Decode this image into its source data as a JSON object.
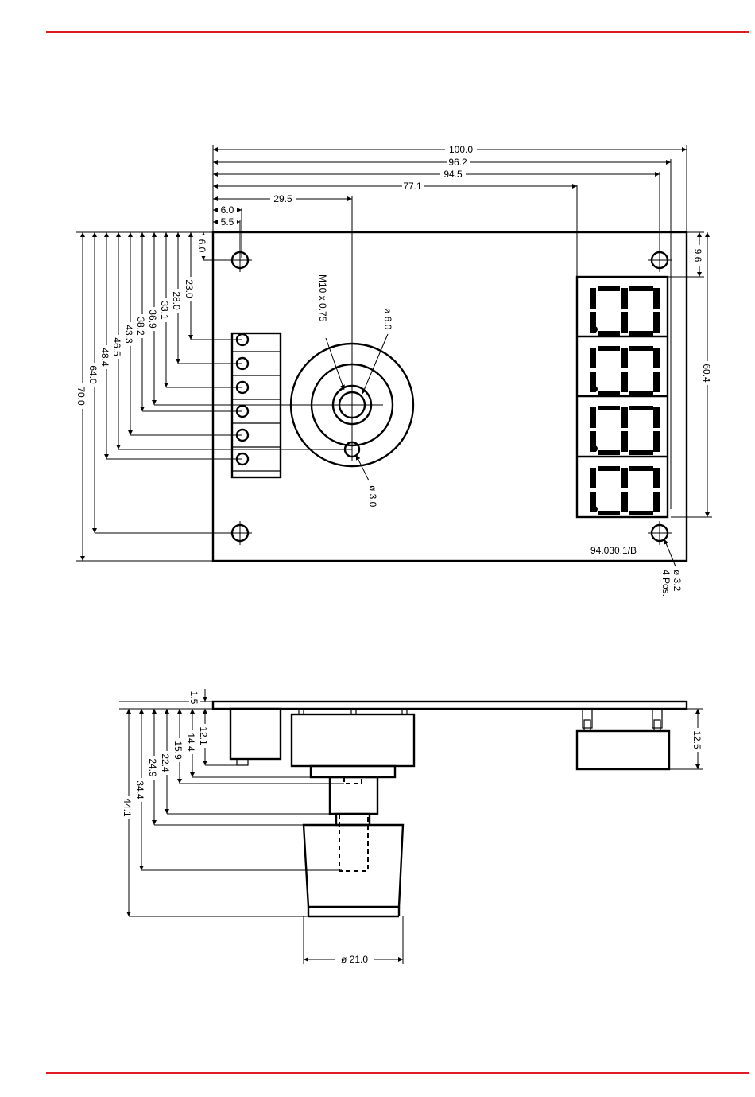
{
  "page": {
    "rule_color": "#e01b24"
  },
  "top_view": {
    "dims_horizontal": [
      "100.0",
      "96.2",
      "94.5",
      "77.1",
      "29.5",
      "6.0",
      "5.5"
    ],
    "dims_left": [
      "6.0",
      "23.0",
      "28.0",
      "33.1",
      "36.9",
      "38.2",
      "43.3",
      "46.5",
      "48.4",
      "64.0",
      "70.0"
    ],
    "dims_right": [
      "9.6",
      "60.4"
    ],
    "thread_label": "M10 x 0.75",
    "bore_label": "ø 6.0",
    "small_hole_label": "ø 3.0",
    "mount_hole_label": "ø 3.2",
    "mount_hole_count": "4 Pos.",
    "part_number": "94.030.1/B"
  },
  "side_view": {
    "dims_left": [
      "1.5",
      "12.1",
      "14.4",
      "15.9",
      "22.4",
      "24.9",
      "34.4",
      "44.1"
    ],
    "dims_right": [
      "12.5"
    ],
    "diameter_label": "ø 21.0"
  }
}
